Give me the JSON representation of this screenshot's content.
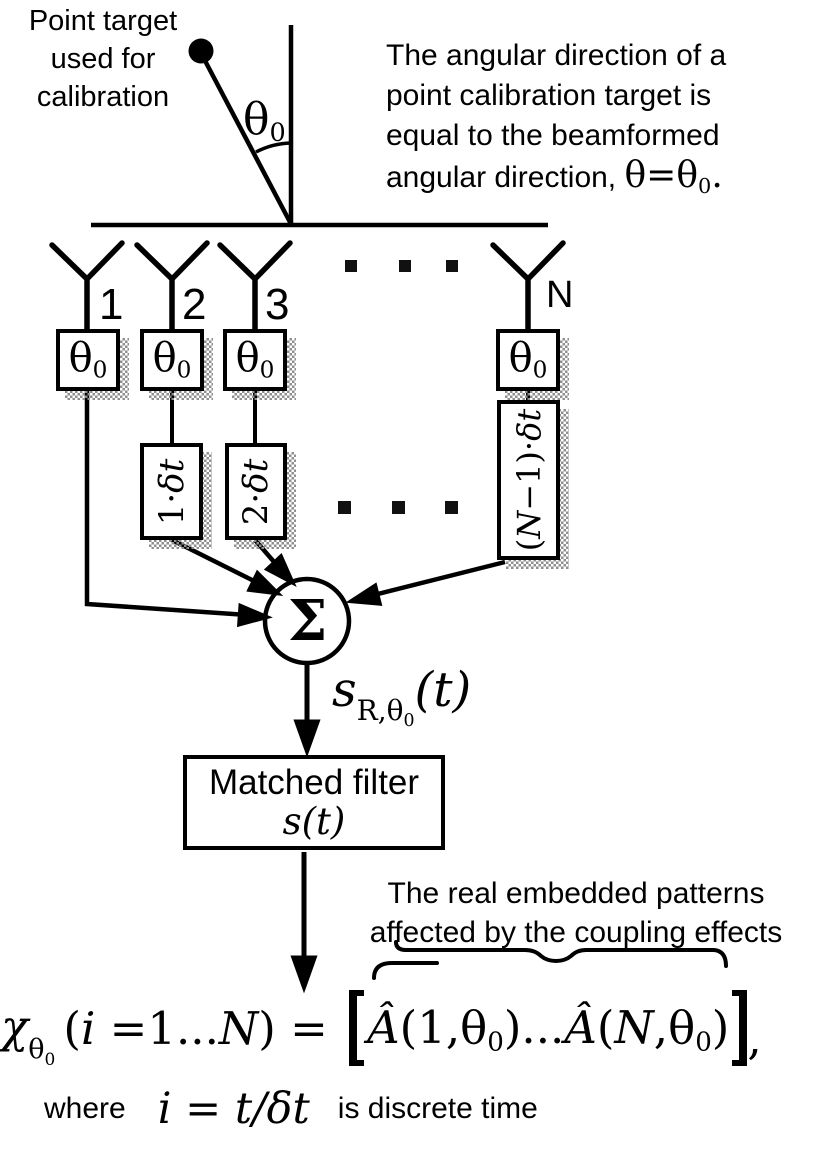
{
  "diagram": {
    "colors": {
      "ink": "#000000",
      "paper": "#ffffff",
      "shadow": "#8f8f8f"
    },
    "point_target_label": "Point target\nused for\ncalibration",
    "angle": {
      "base": "θ",
      "sub": "0"
    },
    "beam_note": {
      "line1": "The angular direction of a",
      "line2": "point calibration target is",
      "line3": "equal to the beamformed",
      "line4": "angular direction,",
      "math": "θ=θ",
      "math_sub": "0",
      "math_end": "."
    },
    "antennas": {
      "a1": "1",
      "a2": "2",
      "a3": "3",
      "aN": "N"
    },
    "phase_label": {
      "base": "θ",
      "sub": "0"
    },
    "delays": {
      "d1_num": "1·",
      "d1_sym": "δt",
      "d2_num": "2·",
      "d2_sym": "δt",
      "dn_p1": "(",
      "dn_it": "N",
      "dn_p2": "−1)·",
      "dn_sym": "δt"
    },
    "sum_symbol": "Σ",
    "signal": {
      "main": "s",
      "sub": "R,θ",
      "subsub": "0",
      "arg": "(t)"
    },
    "matched_filter": {
      "title": "Matched filter",
      "impulse": "s(t)"
    },
    "patterns_note": {
      "line1": "The real embedded patterns",
      "line2": "affected by the coupling effects"
    },
    "formula": {
      "chi": "χ",
      "chi_sub": "θ",
      "chi_subsub": "0",
      "arg_pre": "(",
      "arg_i": "i",
      "arg_mid": " =1...",
      "arg_N": "N",
      "arg_post": ") = ",
      "a1": "Â",
      "a1_open": "(1,",
      "a1_theta": "θ",
      "a1_sub": "0",
      "a1_close": ")",
      "dots": "...",
      "a2": "Â",
      "a2_open": "(",
      "a2_N": "N",
      "a2_mid": ",",
      "a2_theta": "θ",
      "a2_sub": "0",
      "a2_close": ")",
      "comma": ","
    },
    "where_line": {
      "where": "where",
      "math": "i = t/δt",
      "rest": "is discrete time"
    }
  }
}
